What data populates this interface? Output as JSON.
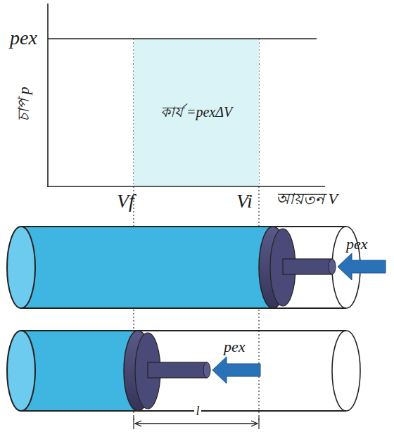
{
  "diagram": {
    "nodes": [
      {
        "text": [
          "কার্য =pexΔV"
        ]
      }
    ],
    "labels": [
      "pex",
      "চাপ p",
      "Vf",
      "Vi",
      "আয়তন V",
      "pex",
      "pex",
      "l"
    ]
  }
}
